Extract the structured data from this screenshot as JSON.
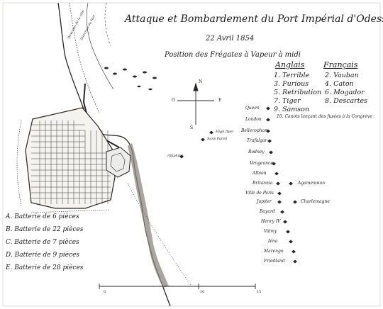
{
  "title": "Attaque et Bombardement du Port Impérial d'Odessa",
  "date": "22 Avril 1854",
  "subtitle": "Position des Frégates à Vapeur à midi",
  "fleet_headers": {
    "english": "Anglais",
    "french": "Français"
  },
  "fleet_list": {
    "english": [
      "1. Terrible",
      "3. Furious",
      "5. Retribution",
      "7. Tiger",
      "9. Samson"
    ],
    "french": [
      "2. Vauban",
      "4. Caton",
      "6. Mogador",
      "8. Descartes"
    ],
    "note": "10. Canots lançant des fusées à la Congrève"
  },
  "ships_line_1": [
    "Queen",
    "London",
    "Bellerophon",
    "Trafalgar",
    "Rodney",
    "Vengeance",
    "Albion",
    "Britannia",
    "Ville de Paris",
    "Jupiter",
    "Bayard",
    "Henry IV",
    "Valmy",
    "Iéna",
    "Marengo",
    "Friedland"
  ],
  "ships_line_2": [
    "Agamemnon",
    "Charlemagne"
  ],
  "other_ships": [
    "High flyer",
    "Sans Pareil",
    "Amphion"
  ],
  "shore_notes": [
    "Direction de la ville",
    "Direction du Fort"
  ],
  "legend": [
    "A. Batterie de 6 pièces",
    "B. Batterie de 22 pièces",
    "C. Batterie de 7 pièces",
    "D. Batterie de 9 pièces",
    "E. Batterie de 28 pièces"
  ],
  "compass": {
    "north": "N",
    "south": "S",
    "east": "E",
    "west": "O"
  },
  "scale": [
    "0",
    "10",
    "15"
  ],
  "colors": {
    "ink": "#1e1c1a",
    "paper": "#ffffff",
    "stipple": "#7a7670"
  }
}
